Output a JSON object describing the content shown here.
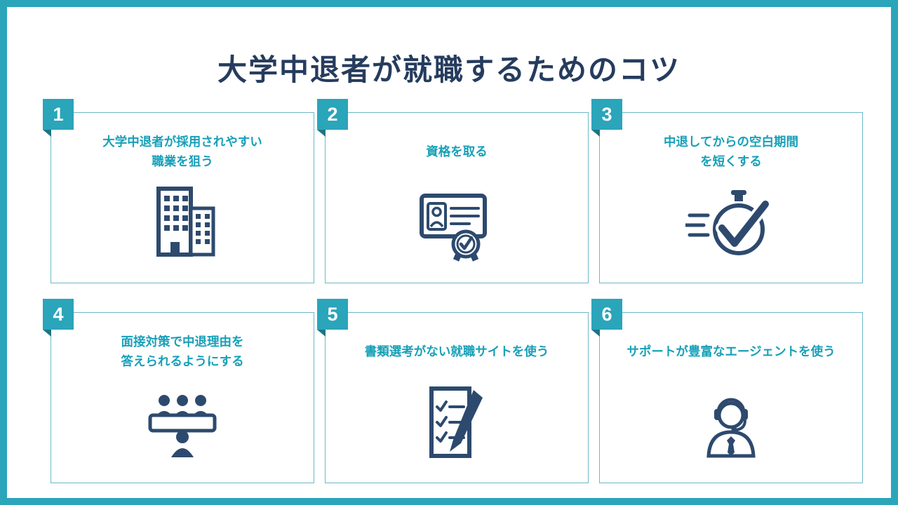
{
  "page": {
    "title": "大学中退者が就職するためのコツ"
  },
  "colors": {
    "frame_teal": "#2aa5ba",
    "badge_teal": "#2aa5ba",
    "badge_fold_dark": "#1d7487",
    "card_border_teal": "#6cb9c9",
    "card_text_teal": "#17a0b8",
    "navy": "#2d4a6e",
    "title_navy": "#263c5e",
    "background": "#ffffff"
  },
  "cards": [
    {
      "number": "1",
      "label": "大学中退者が採用されやすい\n職業を狙う",
      "icon": "buildings-icon"
    },
    {
      "number": "2",
      "label": "資格を取る",
      "icon": "certificate-icon"
    },
    {
      "number": "3",
      "label": "中退してからの空白期間\nを短くする",
      "icon": "stopwatch-check-icon"
    },
    {
      "number": "4",
      "label": "面接対策で中退理由を\n答えられるようにする",
      "icon": "interview-panel-icon"
    },
    {
      "number": "5",
      "label": "書類選考がない就職サイトを使う",
      "icon": "document-pen-icon"
    },
    {
      "number": "6",
      "label": "サポートが豊富なエージェントを使う",
      "icon": "headset-agent-icon"
    }
  ]
}
